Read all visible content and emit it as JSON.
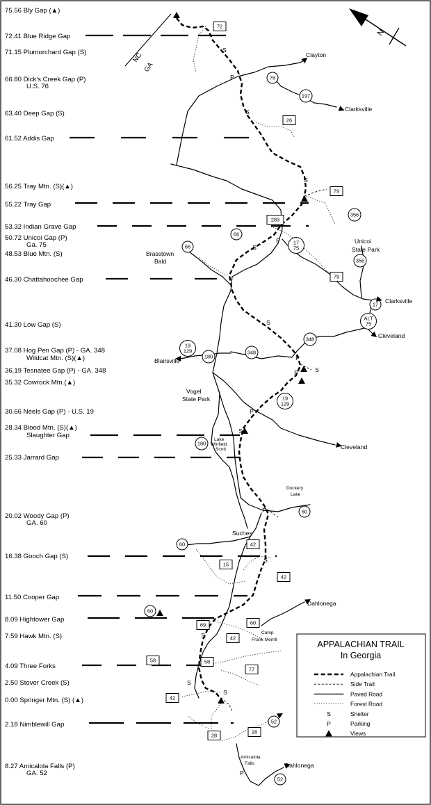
{
  "map": {
    "legend": {
      "title": "APPALACHIAN TRAIL",
      "subtitle": "In Georgia",
      "items": [
        {
          "label": "Appalachian Trail",
          "symbol": "appalachian-trail-line"
        },
        {
          "label": "Side Trail",
          "symbol": "side-trail-line"
        },
        {
          "label": "Paved Road",
          "symbol": "paved-road-line"
        },
        {
          "label": "Forest Road",
          "symbol": "forest-road-line"
        },
        {
          "label": "Shelter",
          "symbol": "S"
        },
        {
          "label": "Parking",
          "symbol": "P"
        },
        {
          "label": "Views",
          "symbol": "triangle-icon"
        }
      ]
    },
    "state_line": {
      "north": "NC",
      "south": "GA"
    },
    "north_arrow_label": "N",
    "waypoints": [
      {
        "text": "75.56 Bly Gap (▲)"
      },
      {
        "text": "72.41 Blue Ridge Gap"
      },
      {
        "text": "71.15 Plumorchard Gap (S)"
      },
      {
        "text": "66.80 Dick's Creek Gap (P)",
        "sub": "U.S. 76"
      },
      {
        "text": "63.40 Deep Gap (S)"
      },
      {
        "text": "61.52 Addis Gap"
      },
      {
        "text": "56.25 Tray Mtn. (S)(▲)"
      },
      {
        "text": "55.22 Tray Gap"
      },
      {
        "text": "53.32 Indian Grave Gap"
      },
      {
        "text": "50.72 Unicoi Gap (P)",
        "sub": "Ga. 75"
      },
      {
        "text": "48.53 Blue Mtn. (S)"
      },
      {
        "text": "46.30 Chattahoochee Gap"
      },
      {
        "text": "41.30 Low Gap (S)"
      },
      {
        "text": "37.08 Hog Pen Gap (P)  -  GA. 348",
        "sub": "Wildcat Mtn. (S)(▲)"
      },
      {
        "text": "36.19  Tesnatee Gap (P) - GA. 348"
      },
      {
        "text": "35.32  Cowrock Mtn.(▲)"
      },
      {
        "text": "30.66  Neels Gap (P)  -  U.S. 19"
      },
      {
        "text": "28.34  Blood Mtn. (S)(▲)",
        "sub": "Slaughter Gap"
      },
      {
        "text": "25.33  Jarrard Gap"
      },
      {
        "text": "20.02  Woody Gap (P)",
        "sub": "GA. 60"
      },
      {
        "text": "16.38  Gooch Gap (S)"
      },
      {
        "text": "11.50  Cooper Gap"
      },
      {
        "text": "8.09   Hightower Gap"
      },
      {
        "text": "7.59   Hawk Mtn. (S)"
      },
      {
        "text": "4.09   Three Forks"
      },
      {
        "text": "2.50   Stover Creek (S)"
      },
      {
        "text": "0.00   Springer Mtn. (S) (▲)"
      },
      {
        "text": "2.18   Nimblewill Gap"
      },
      {
        "text": "8.27   Amicalola Falls (P)",
        "sub": "GA. 52"
      }
    ],
    "places": [
      {
        "text": "Clayton"
      },
      {
        "text": "Clarksville"
      },
      {
        "text": "Unicoi"
      },
      {
        "text": "State Park"
      },
      {
        "text": "Clarksville"
      },
      {
        "text": "Brasstown"
      },
      {
        "text": "Bald"
      },
      {
        "text": "Cleveland"
      },
      {
        "text": "Blairsville"
      },
      {
        "text": "Vogel"
      },
      {
        "text": "State Park"
      },
      {
        "text": "Cleveland"
      },
      {
        "text": "Dockery"
      },
      {
        "text": "Lake"
      },
      {
        "text": "Suches"
      },
      {
        "text": "Dahlonega"
      },
      {
        "text": "Camp"
      },
      {
        "text": "Frank Merrill"
      },
      {
        "text": "Amicalola"
      },
      {
        "text": "Falls"
      },
      {
        "text": "Dahlonega"
      }
    ],
    "lake_label": [
      "Lake",
      "Winfield",
      "Scott"
    ],
    "routes": [
      {
        "num": "72",
        "type": "forest"
      },
      {
        "num": "76",
        "type": "circle"
      },
      {
        "num": "197",
        "type": "circle"
      },
      {
        "num": "26",
        "type": "forest"
      },
      {
        "num": "79",
        "type": "forest"
      },
      {
        "num": "356",
        "type": "circle"
      },
      {
        "num": "283",
        "type": "forest"
      },
      {
        "num": "66",
        "type": "circle"
      },
      {
        "num": "66",
        "type": "circle"
      },
      {
        "num": "17\n75",
        "type": "circle"
      },
      {
        "num": "356",
        "type": "circle"
      },
      {
        "num": "79",
        "type": "forest"
      },
      {
        "num": "17",
        "type": "circle"
      },
      {
        "num": "ALT\n75",
        "type": "circle"
      },
      {
        "num": "348",
        "type": "circle"
      },
      {
        "num": "19\n129",
        "type": "circle"
      },
      {
        "num": "180",
        "type": "circle"
      },
      {
        "num": "348",
        "type": "circle"
      },
      {
        "num": "19\n129",
        "type": "circle"
      },
      {
        "num": "180",
        "type": "circle"
      },
      {
        "num": "60",
        "type": "circle"
      },
      {
        "num": "60",
        "type": "circle"
      },
      {
        "num": "42",
        "type": "forest"
      },
      {
        "num": "15",
        "type": "forest"
      },
      {
        "num": "42",
        "type": "forest"
      },
      {
        "num": "60",
        "type": "circle"
      },
      {
        "num": "69",
        "type": "forest"
      },
      {
        "num": "60",
        "type": "forest"
      },
      {
        "num": "42",
        "type": "forest"
      },
      {
        "num": "58",
        "type": "forest"
      },
      {
        "num": "58",
        "type": "forest"
      },
      {
        "num": "77",
        "type": "forest"
      },
      {
        "num": "42",
        "type": "forest"
      },
      {
        "num": "28",
        "type": "forest"
      },
      {
        "num": "28",
        "type": "forest"
      },
      {
        "num": "52",
        "type": "circle"
      },
      {
        "num": "52",
        "type": "circle"
      }
    ],
    "symbols": {
      "shelter": "S",
      "parking": "P"
    }
  }
}
